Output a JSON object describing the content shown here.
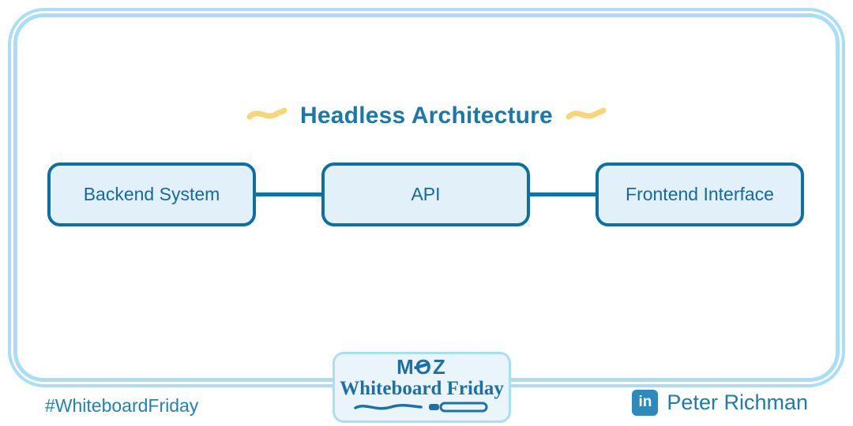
{
  "colors": {
    "frame_blue": "#a9def4",
    "node_border_blue": "#0d6fa3",
    "title_blue": "#1a78ab",
    "node_fill": "#e2f0f9",
    "logo_fill": "#e9f5fb",
    "accent_yellow": "#f8d678",
    "linkedin_blue": "#2e8abc",
    "moz_blue": "#1d6fa5",
    "footer_blue": "#1f82b4"
  },
  "title": {
    "text": "Headless Architecture"
  },
  "diagram": {
    "boxes": [
      {
        "label": "Backend System"
      },
      {
        "label": "API"
      },
      {
        "label": "Frontend Interface"
      }
    ]
  },
  "logo": {
    "brand": "MOZ",
    "series": "Whiteboard Friday"
  },
  "footer": {
    "hashtag": "#WhiteboardFriday",
    "linkedin_label": "in",
    "author": "Peter Richman"
  }
}
